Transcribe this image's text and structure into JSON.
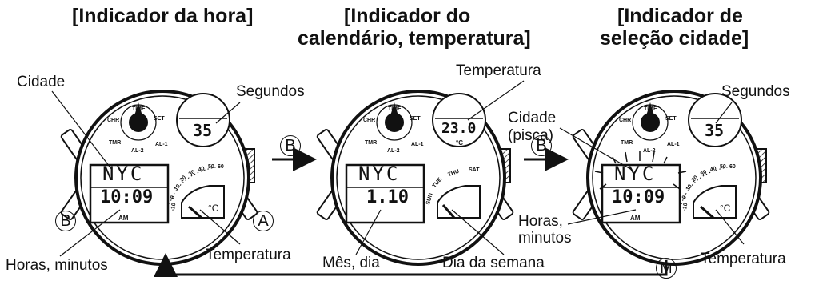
{
  "titles": {
    "time": "[Indicador da hora]",
    "calendar_line1": "[Indicador do",
    "calendar_line2": "calendário, temperatura]",
    "city_line1": "[Indicador de",
    "city_line2": "seleção cidade]"
  },
  "labels": {
    "cidade": "Cidade",
    "segundos_1": "Segundos",
    "horas_minutos_1": "Horas, minutos",
    "temperatura_1": "Temperatura",
    "temperatura_2": "Temperatura",
    "mes_dia": "Mês, dia",
    "dia_semana": "Dia da semana",
    "cidade_pisca_1": "Cidade",
    "cidade_pisca_2": "(pisca)",
    "segundos_3": "Segundos",
    "horas_1": "Horas,",
    "minutos_1": "minutos",
    "temperatura_3": "Temperatura"
  },
  "buttons": {
    "a": "A",
    "b": "B",
    "m": "M"
  },
  "watch": {
    "dial": [
      "TIME",
      "SET",
      "AL-1",
      "AL-2",
      "TMR",
      "CHR"
    ],
    "seconds": "35",
    "temp_value": "23.0",
    "temp_unit": "°C",
    "city": "NYC",
    "time": "10:09",
    "ampm": "AM",
    "date": "1.10",
    "scale": [
      "-10",
      "0",
      "10",
      "20",
      "30",
      "40",
      "50",
      "60"
    ],
    "weekdays": [
      "SUN",
      "TUE",
      "THU",
      "SAT"
    ],
    "celsius": "°C"
  }
}
